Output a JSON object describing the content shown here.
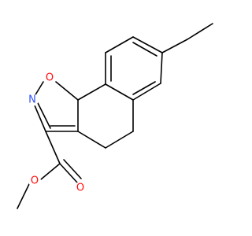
{
  "molecule": {
    "atoms": {
      "o_ring": {
        "symbol": "O",
        "color": "#ff0d0d"
      },
      "n_ring": {
        "symbol": "N",
        "color": "#3050f8"
      },
      "o_carbonyl": {
        "symbol": "O",
        "color": "#ff0d0d"
      },
      "o_ester": {
        "symbol": "O",
        "color": "#ff0d0d"
      }
    }
  }
}
